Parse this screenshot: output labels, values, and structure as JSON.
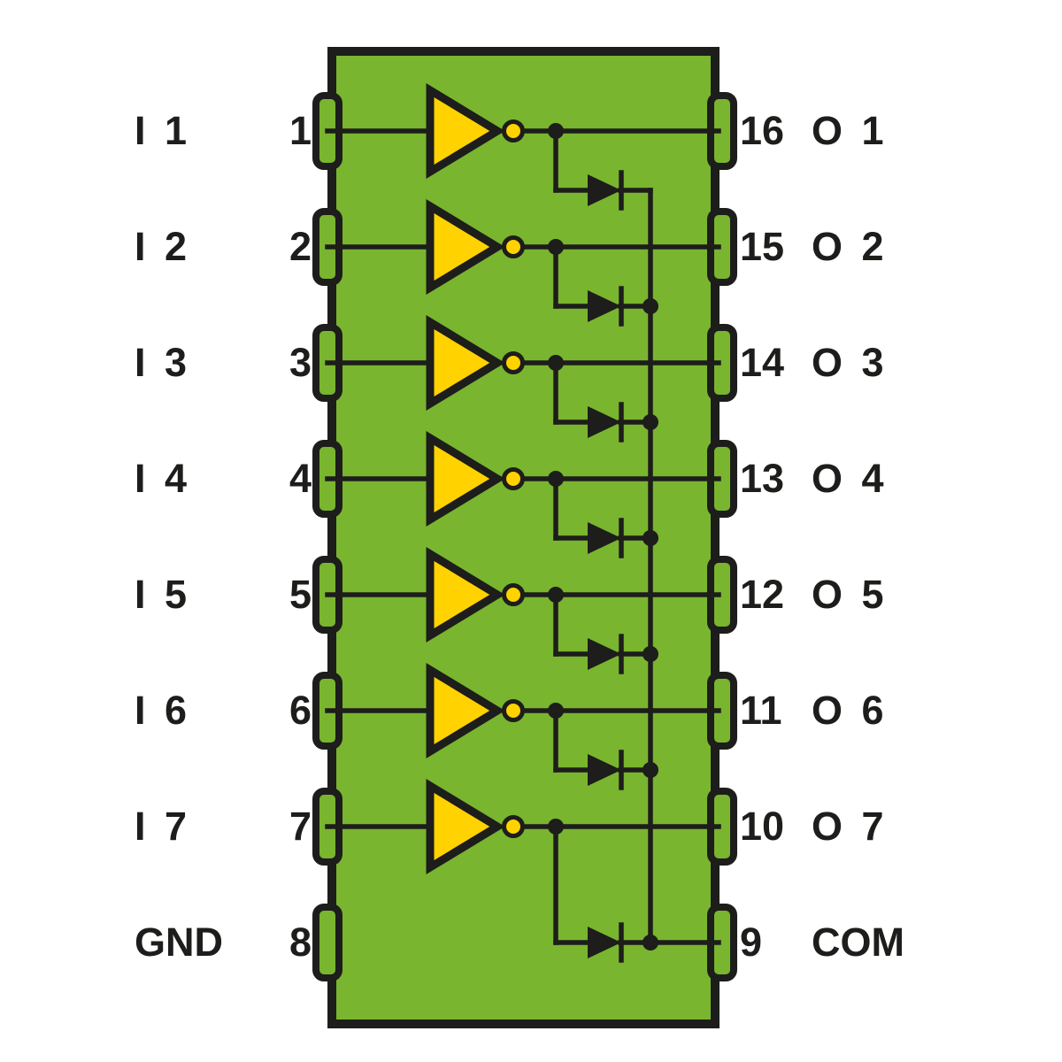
{
  "figure": {
    "type": "ic-pin-diagram"
  },
  "colors": {
    "body": "#79b52e",
    "symbol_fill": "#ffd200",
    "line": "#1d1d1b",
    "background": "#ffffff"
  },
  "chip": {
    "channels": 7,
    "left_pins": [
      {
        "number": "1",
        "label": "I 1"
      },
      {
        "number": "2",
        "label": "I 2"
      },
      {
        "number": "3",
        "label": "I 3"
      },
      {
        "number": "4",
        "label": "I 4"
      },
      {
        "number": "5",
        "label": "I 5"
      },
      {
        "number": "6",
        "label": "I 6"
      },
      {
        "number": "7",
        "label": "I 7"
      },
      {
        "number": "8",
        "label": "GND"
      }
    ],
    "right_pins": [
      {
        "number": "16",
        "label": "O 1"
      },
      {
        "number": "15",
        "label": "O 2"
      },
      {
        "number": "14",
        "label": "O 3"
      },
      {
        "number": "13",
        "label": "O 4"
      },
      {
        "number": "12",
        "label": "O 5"
      },
      {
        "number": "11",
        "label": "O 6"
      },
      {
        "number": "10",
        "label": "O 7"
      },
      {
        "number": "9",
        "label": "COM"
      }
    ],
    "icons": {
      "inverter": "inverting-buffer-icon",
      "inverter_bubble": "inversion-bubble-icon",
      "diode": "diode-icon",
      "junction": "junction-dot",
      "pin": "pin-pad"
    }
  }
}
